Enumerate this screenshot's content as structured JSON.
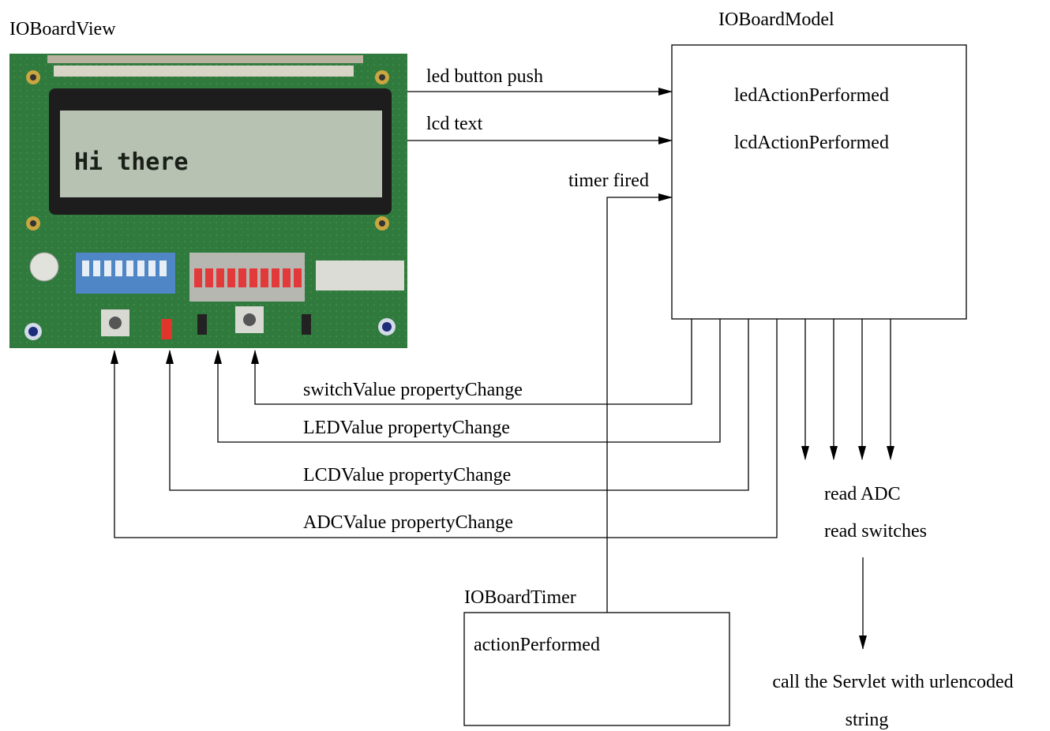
{
  "view": {
    "title": "IOBoardView",
    "lcd_display": "Hi there"
  },
  "model": {
    "title": "IOBoardModel",
    "methods": [
      "ledActionPerformed",
      "lcdActionPerformed"
    ]
  },
  "timer": {
    "title": "IOBoardTimer",
    "method": "actionPerformed"
  },
  "inputs": {
    "led_push": "led button push",
    "lcd_text": "lcd text",
    "timer_fired": "timer fired"
  },
  "property_changes": [
    "switchValue propertyChange",
    "LEDValue propertyChange",
    "LCDValue propertyChange",
    "ADCValue propertyChange"
  ],
  "reads": [
    "read ADC",
    "read switches"
  ],
  "servlet": [
    "call the Servlet with urlencoded",
    "string"
  ]
}
